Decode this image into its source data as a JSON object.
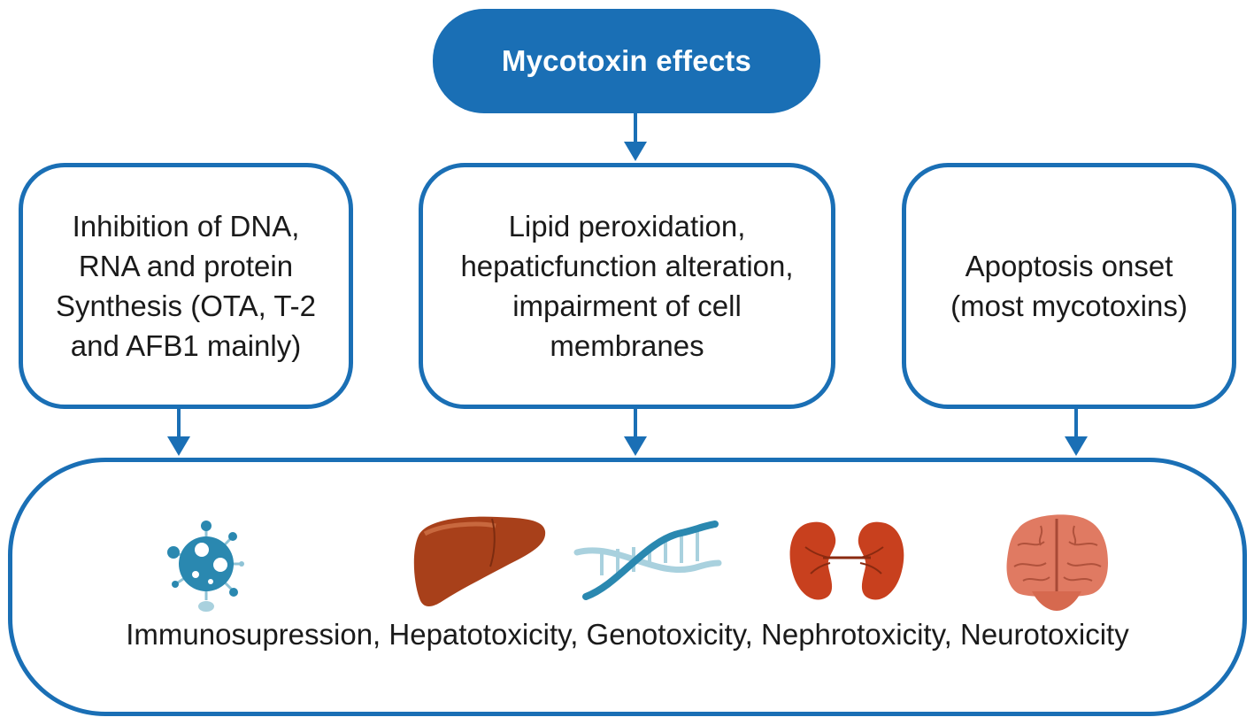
{
  "title": "Mycotoxin effects",
  "mechanisms": [
    {
      "lines": [
        "Inhibition of DNA,",
        "RNA and protein",
        "Synthesis (OTA, T-2",
        "and AFB1 mainly)"
      ]
    },
    {
      "lines": [
        "Lipid peroxidation,",
        "hepaticfunction alteration,",
        "impairment of cell",
        "membranes"
      ]
    },
    {
      "lines": [
        "Apoptosis onset",
        "(most mycotoxins)"
      ]
    }
  ],
  "effects": {
    "text": "Immunosupression, Hepatotoxicity, Genotoxicity, Nephrotoxicity, Neurotoxicity",
    "icons": [
      "virus-icon",
      "liver-icon",
      "dna-icon",
      "kidneys-icon",
      "brain-icon"
    ]
  },
  "colors": {
    "primary": "#1a6fb5",
    "virus": "#2a88b0",
    "liver": "#a8401a",
    "dna": "#8fcfdc",
    "kidney": "#c8401e",
    "brain": "#e07a62"
  }
}
